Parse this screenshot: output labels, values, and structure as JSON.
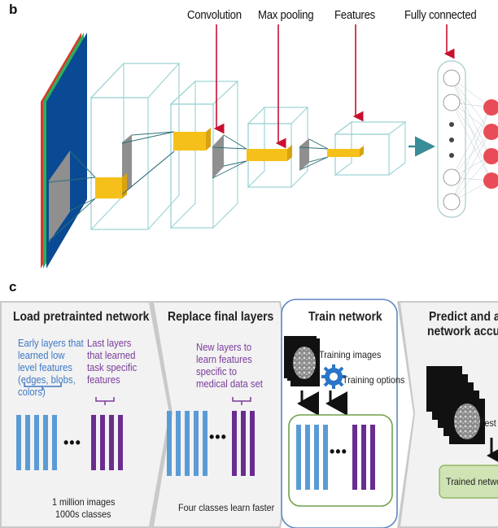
{
  "panel_b": {
    "letter": "b",
    "labels": {
      "convolution": "Convolution",
      "max_pooling": "Max pooling",
      "features": "Features",
      "fully_connected": "Fully connected"
    }
  },
  "panel_c": {
    "letter": "c",
    "stages": [
      {
        "title": "Load pretrainted network",
        "early_note": "Early layers that learned low level features (edges, blobs, colors)",
        "late_note": "Last layers that learned task specific features",
        "dots": "•••",
        "caption_line1": "1 million images",
        "caption_line2": "1000s classes"
      },
      {
        "title": "Replace final layers",
        "new_note": "New layers to learn features specific to medical data set",
        "dots": "•••",
        "caption": "Four classes learn faster"
      },
      {
        "title": "Train network",
        "training_images": "Training images",
        "training_options": "Training options",
        "dots": "•••"
      },
      {
        "title_line1": "Predict and asse",
        "title_line2": "network accurac",
        "test_label": "Test i",
        "trained_network": "Trained network"
      }
    ]
  },
  "colors": {
    "cube_edge": "#9fd4d6",
    "feature_yellow": "#f5c01a",
    "arrow_red": "#c8102e",
    "input_blue": "#0a4a94",
    "layer_blue": "#5b9bd5",
    "layer_purple": "#6a2c91",
    "neuron_red": "#e84c57",
    "chevron_gray": "#c9c9c9",
    "trained_green": "#cfe3b4"
  }
}
